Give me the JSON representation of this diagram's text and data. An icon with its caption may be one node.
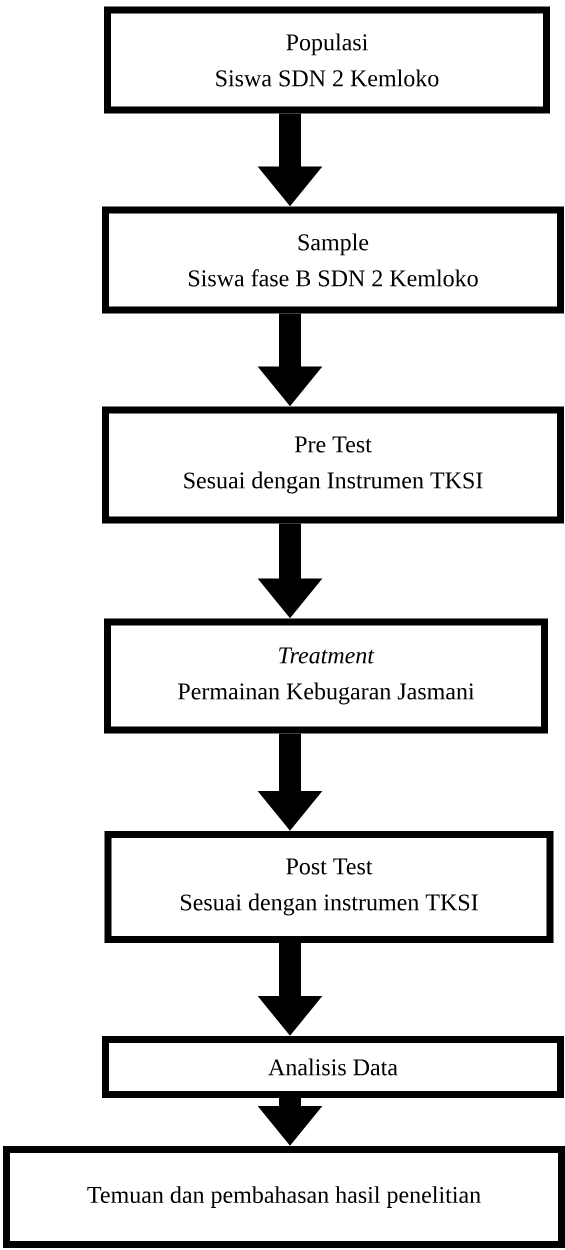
{
  "diagram": {
    "nodes": [
      {
        "text": [
          "Populasi",
          "Siswa SDN 2 Kemloko"
        ]
      },
      {
        "text": [
          "Sample",
          "Siswa fase B SDN 2 Kemloko"
        ]
      },
      {
        "text": [
          "Pre Test",
          "Sesuai dengan Instrumen TKSI"
        ]
      },
      {
        "text": [
          "*Treatment*",
          "Permainan Kebugaran Jasmani"
        ]
      },
      {
        "text": [
          "Post Test",
          "Sesuai dengan instrumen TKSI"
        ]
      },
      {
        "text": [
          "Analisis Data"
        ]
      },
      {
        "text": [
          "Temuan dan pembahasan hasil penelitian"
        ]
      }
    ],
    "edges": [
      {
        "from": 0,
        "to": 1,
        "arrow": "to"
      },
      {
        "from": 1,
        "to": 2,
        "arrow": "to"
      },
      {
        "from": 2,
        "to": 3,
        "arrow": "to"
      },
      {
        "from": 3,
        "to": 4,
        "arrow": "to"
      },
      {
        "from": 4,
        "to": 5,
        "arrow": "to"
      },
      {
        "from": 5,
        "to": 6,
        "arrow": "to"
      }
    ]
  }
}
